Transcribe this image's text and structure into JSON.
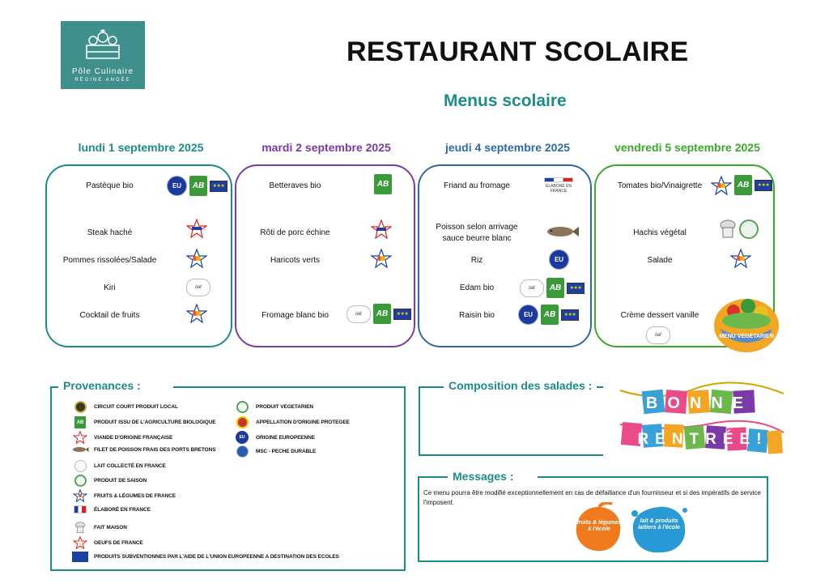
{
  "logo": {
    "line1": "Pôle Culinaire",
    "line2": "RÉGINE ANGÉE"
  },
  "header": {
    "title": "RESTAURANT SCOLAIRE",
    "subtitle": "Menus scolaire"
  },
  "colors": {
    "teal": "#1c8c86",
    "monday": "#1c8c86",
    "tuesday": "#7a3aa8",
    "thursday": "#2e6aa8",
    "friday": "#3aaa2a"
  },
  "days": [
    {
      "title": "lundi 1 septembre 2025",
      "items": [
        {
          "name": "Pastèque bio",
          "icons": [
            "eu-organic-icon",
            "ab-label-icon",
            "eu-flag-icon"
          ]
        },
        {
          "name": "Steak haché",
          "icons": [
            "viande-francaise-icon"
          ]
        },
        {
          "name": "Pommes rissolées/Salade",
          "icons": [
            "fruits-legumes-france-icon"
          ]
        },
        {
          "name": "Kiri",
          "icons": [
            "lait-france-icon"
          ]
        },
        {
          "name": "Cocktail de fruits",
          "icons": [
            "fruits-legumes-france-icon"
          ]
        }
      ]
    },
    {
      "title": "mardi 2 septembre 2025",
      "items": [
        {
          "name": "Betteraves bio",
          "icons": [
            "ab-label-icon"
          ]
        },
        {
          "name": "Rôti de porc échine",
          "icons": [
            "viande-francaise-icon"
          ]
        },
        {
          "name": "Haricots verts",
          "icons": [
            "fruits-legumes-france-icon"
          ]
        },
        {
          "name": "Fromage blanc bio",
          "icons": [
            "lait-france-icon",
            "ab-label-icon",
            "eu-flag-icon"
          ]
        }
      ]
    },
    {
      "title": "jeudi 4 septembre 2025",
      "items": [
        {
          "name": "Friand au fromage",
          "icons": [
            "elabore-france-icon"
          ]
        },
        {
          "name": "Poisson selon arrivage",
          "name2": "sauce beurre blanc",
          "icons": [
            "fish-icon"
          ]
        },
        {
          "name": "Riz",
          "icons": [
            "eu-organic-icon"
          ]
        },
        {
          "name": "Edam bio",
          "icons": [
            "lait-france-icon",
            "eu-ab-icon",
            "eu-flag-icon"
          ]
        },
        {
          "name": "Raisin bio",
          "icons": [
            "eu-organic-icon",
            "eu-ab-icon",
            "eu-flag-icon"
          ]
        }
      ]
    },
    {
      "title": "vendredi 5 septembre 2025",
      "items": [
        {
          "name": "Tomates bio/Vinaigrette",
          "icons": [
            "fruits-legumes-france-icon",
            "ab-label-icon",
            "eu-flag-icon"
          ]
        },
        {
          "name": "Hachis végétal",
          "icons": [
            "fait-maison-icon",
            "vegetarian-icon"
          ]
        },
        {
          "name": "Salade",
          "icons": [
            "fruits-legumes-france-icon"
          ]
        },
        {
          "name": "Crème dessert vanille",
          "icons": [
            "lait-france-icon"
          ]
        }
      ]
    }
  ],
  "badge_text": {
    "eu": "EU",
    "ab": "AB",
    "eu_stars": "★★★",
    "lait": "lait",
    "elabore_line1": "ÉLABORÉ EN",
    "elabore_line2": "FRANCE"
  },
  "menu_vegetarien_label": "MENU VÉGÉTARIEN",
  "provenances": {
    "title": "Provenances :",
    "left": [
      {
        "label": "CIRCUIT COURT PRODUIT LOCAL",
        "icon": "local-circuit-icon"
      },
      {
        "label": "PRODUIT ISSU DE L'AGRICULTURE BIOLOGIQUE",
        "icon": "ab-label-icon"
      },
      {
        "label": "VIANDE D'ORIGINE FRANÇAISE",
        "icon": "viande-francaise-icon"
      },
      {
        "label": "FILET DE POISSON FRAIS DES PORTS BRETONS",
        "icon": "fish-icon"
      },
      {
        "label": "LAIT COLLECTÉ EN FRANCE",
        "icon": "lait-france-icon"
      },
      {
        "label": "PRODUIT DE SAISON",
        "icon": "saison-icon"
      },
      {
        "label": "FRUITS & LÉGUMES DE FRANCE",
        "icon": "fruits-legumes-france-icon"
      },
      {
        "label": "ÉLABORÉ EN FRANCE",
        "icon": "elabore-france-icon"
      },
      {
        "label": "FAIT MAISON",
        "icon": "fait-maison-icon"
      },
      {
        "label": "OEUFS DE FRANCE",
        "icon": "oeufs-france-icon"
      },
      {
        "label": "PRODUITS SUBVENTIONNES PAR L'AIDE DE L'UNION EUROPEENNE A DESTINATION DES ECOLES",
        "icon": "eu-flag-icon"
      }
    ],
    "right": [
      {
        "label": "PRODUIT VEGETARIEN",
        "icon": "vegetarian-icon"
      },
      {
        "label": "APPELLATION D'ORIGINE PROTEGEE",
        "icon": "aop-icon"
      },
      {
        "label": "ORIGINE EUROPEENNE",
        "icon": "eu-organic-icon"
      },
      {
        "label": "MSC - PECHE DURABLE",
        "icon": "msc-icon"
      }
    ]
  },
  "salades": {
    "title": "Composition des salades :"
  },
  "messages": {
    "title": "Messages :",
    "text": "Ce menu pourra être modifié exceptionnellement en cas de défaillance d'un fournisseur et si des impératifs de service l'imposent."
  },
  "school_programs": {
    "fruits": "fruits & légumes à l'école",
    "lait": "lait & produits laitiers à l'école"
  },
  "banner": {
    "word1": "BONNE",
    "word2": "RENTRÉE!"
  }
}
